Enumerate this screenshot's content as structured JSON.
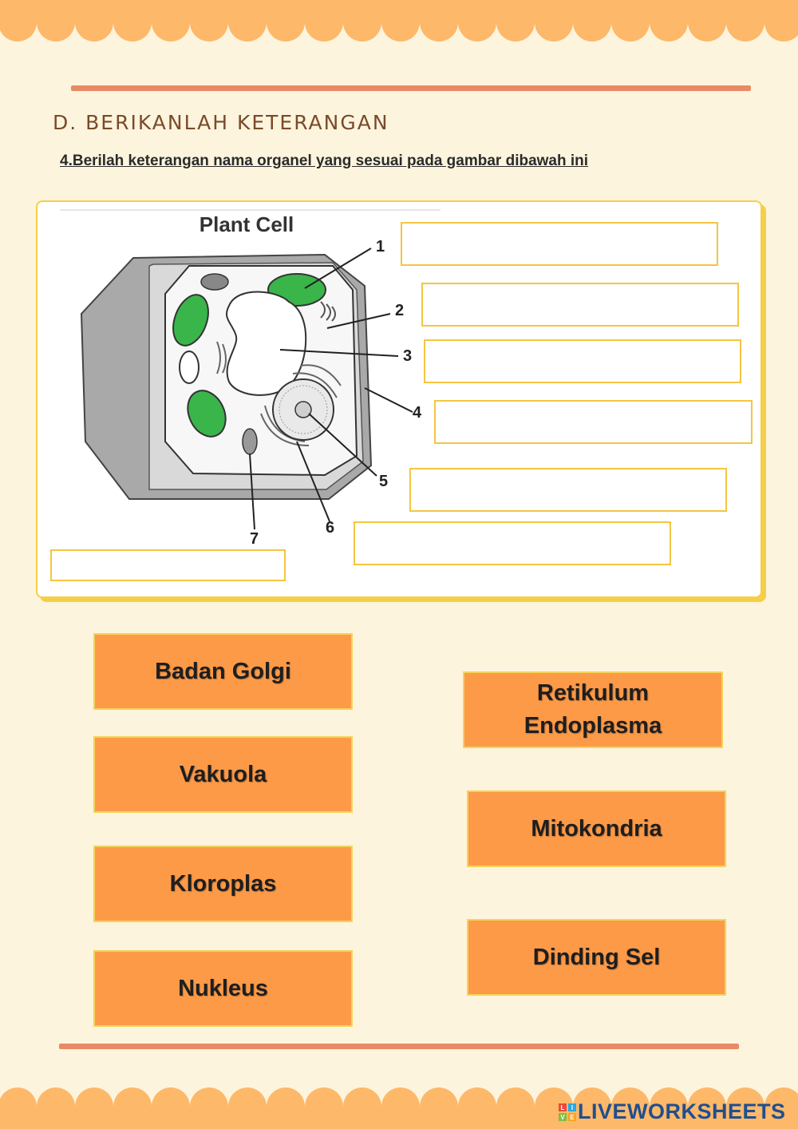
{
  "section": {
    "title": "D.   BERIKANLAH KETERANGAN",
    "instruction": "4.Berilah keterangan nama organel yang sesuai pada gambar dibawah ini "
  },
  "diagram": {
    "title": "Plant Cell",
    "callouts": [
      "1",
      "2",
      "3",
      "4",
      "5",
      "6",
      "7"
    ]
  },
  "answers": [
    "",
    "",
    "",
    "",
    "",
    "",
    ""
  ],
  "labels": [
    "Badan Golgi",
    "Vakuola",
    "Kloroplas",
    "Nukleus",
    "Retikulum\nEndoplasma",
    "Mitokondria",
    "Dinding Sel"
  ],
  "branding": {
    "watermark": "LIVEWORKSHEETS",
    "logo_letters": [
      "L",
      "I",
      "V",
      "E"
    ]
  },
  "colors": {
    "background": "#fdf4dd",
    "scallop": "#fdb869",
    "rule": "#e88a64",
    "card": "#fd9a47",
    "border_yellow": "#f4c542",
    "chloroplast": "#39b54a"
  }
}
